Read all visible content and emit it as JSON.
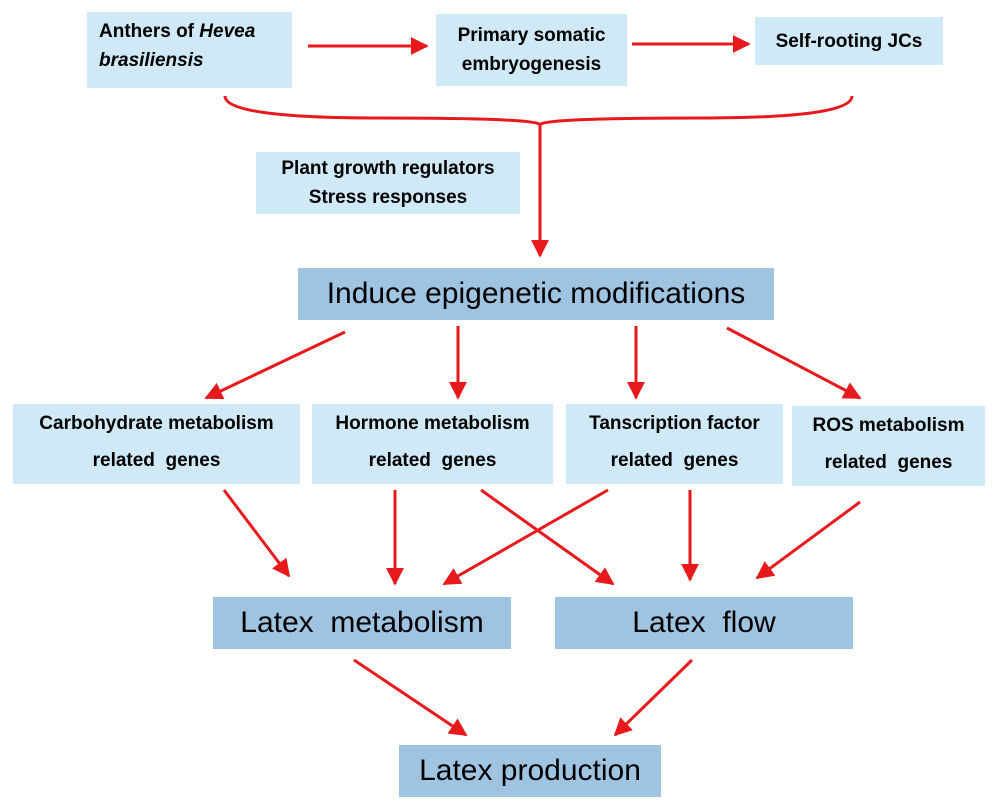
{
  "stages": {
    "anthers": {
      "prefix": "Anthers of ",
      "genus": "Hevea",
      "species": "brasiliensis"
    },
    "primary": {
      "line1": "Primary somatic",
      "line2": "embryogenesis"
    },
    "selfrooting": "Self-rooting JCs"
  },
  "factors": {
    "line1": "Plant growth regulators",
    "line2": "Stress responses"
  },
  "induce": "Induce epigenetic modifications",
  "genes": [
    {
      "line1": "Carbohydrate metabolism",
      "line2": "related  genes"
    },
    {
      "line1": "Hormone metabolism",
      "line2": "related  genes"
    },
    {
      "line1": "Tanscription factor",
      "line2": "related  genes"
    },
    {
      "line1": "ROS metabolism",
      "line2": "related  genes"
    }
  ],
  "outcomes": {
    "metabolism": "Latex  metabolism",
    "flow": "Latex  flow"
  },
  "production": "Latex production",
  "colors": {
    "arrow": "#e8191c",
    "light_box": "#cfe9f7",
    "dark_box": "#9fc4e2"
  }
}
